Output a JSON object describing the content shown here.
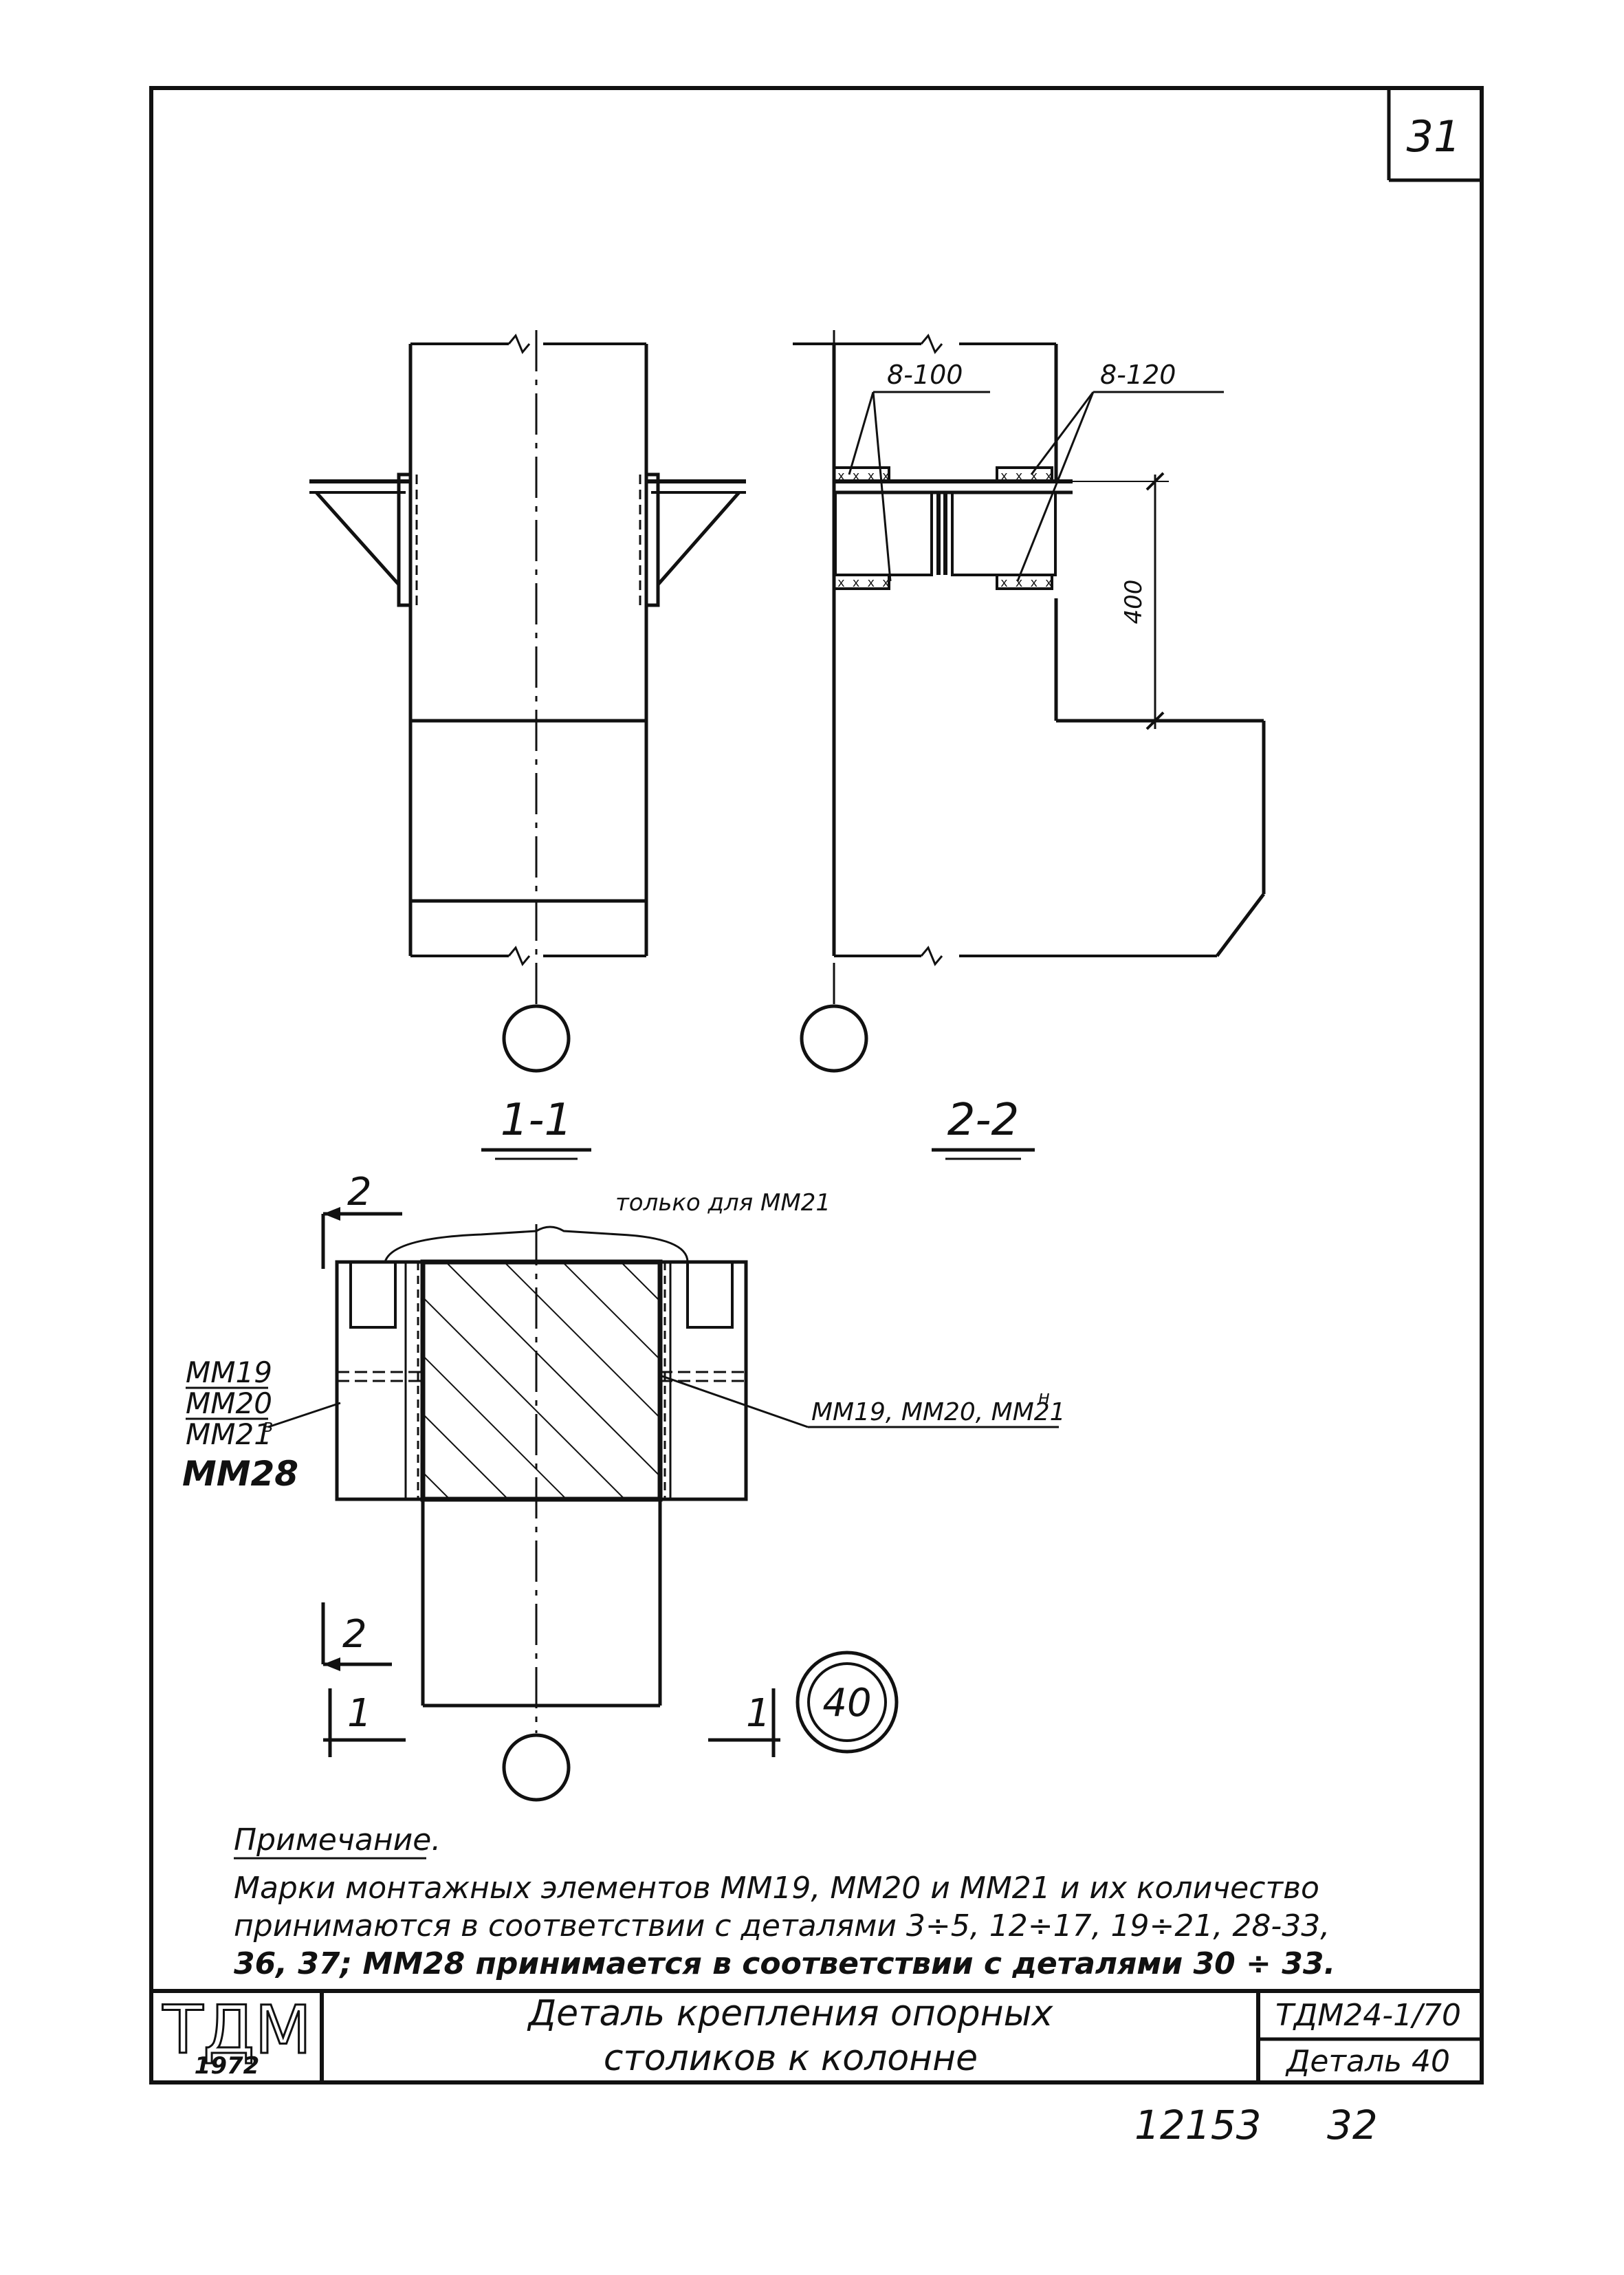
{
  "sheet": {
    "number": "31",
    "bottom_code": "12153",
    "bottom_page": "32"
  },
  "views": {
    "section_1_label": "1-1",
    "section_2_label": "2-2",
    "section_2_dim_top_left": "8-100",
    "section_2_dim_top_right": "8-120",
    "section_2_dim_height": "400"
  },
  "plan": {
    "note_only_for": "только для ММ21",
    "left_marks": [
      "ММ19",
      "ММ20",
      "ММ21",
      "ММ28"
    ],
    "left_mark_superscript": "в",
    "right_marks": "ММ19, ММ20, ММ21",
    "right_mark_superscript": "н",
    "cut_2_top": "2",
    "cut_2_bottom": "2",
    "cut_1_left": "1",
    "cut_1_right": "1",
    "detail_number": "40"
  },
  "note": {
    "heading": "Примечание.",
    "lines": [
      "Марки монтажных элементов ММ19, ММ20 и ММ21 и их количество",
      "принимаются в соответствии с деталями 3÷5, 12÷17, 19÷21, 28-33,",
      "36, 37; ММ28 принимается в соответствии с деталями 30 ÷ 33."
    ]
  },
  "title_block": {
    "logo": "ТДМ",
    "year": "1972",
    "title_line1": "Деталь крепления опорных",
    "title_line2": "столиков к колонне",
    "doc_code": "ТДМ24-1/70",
    "detail_label": "Деталь 40"
  }
}
